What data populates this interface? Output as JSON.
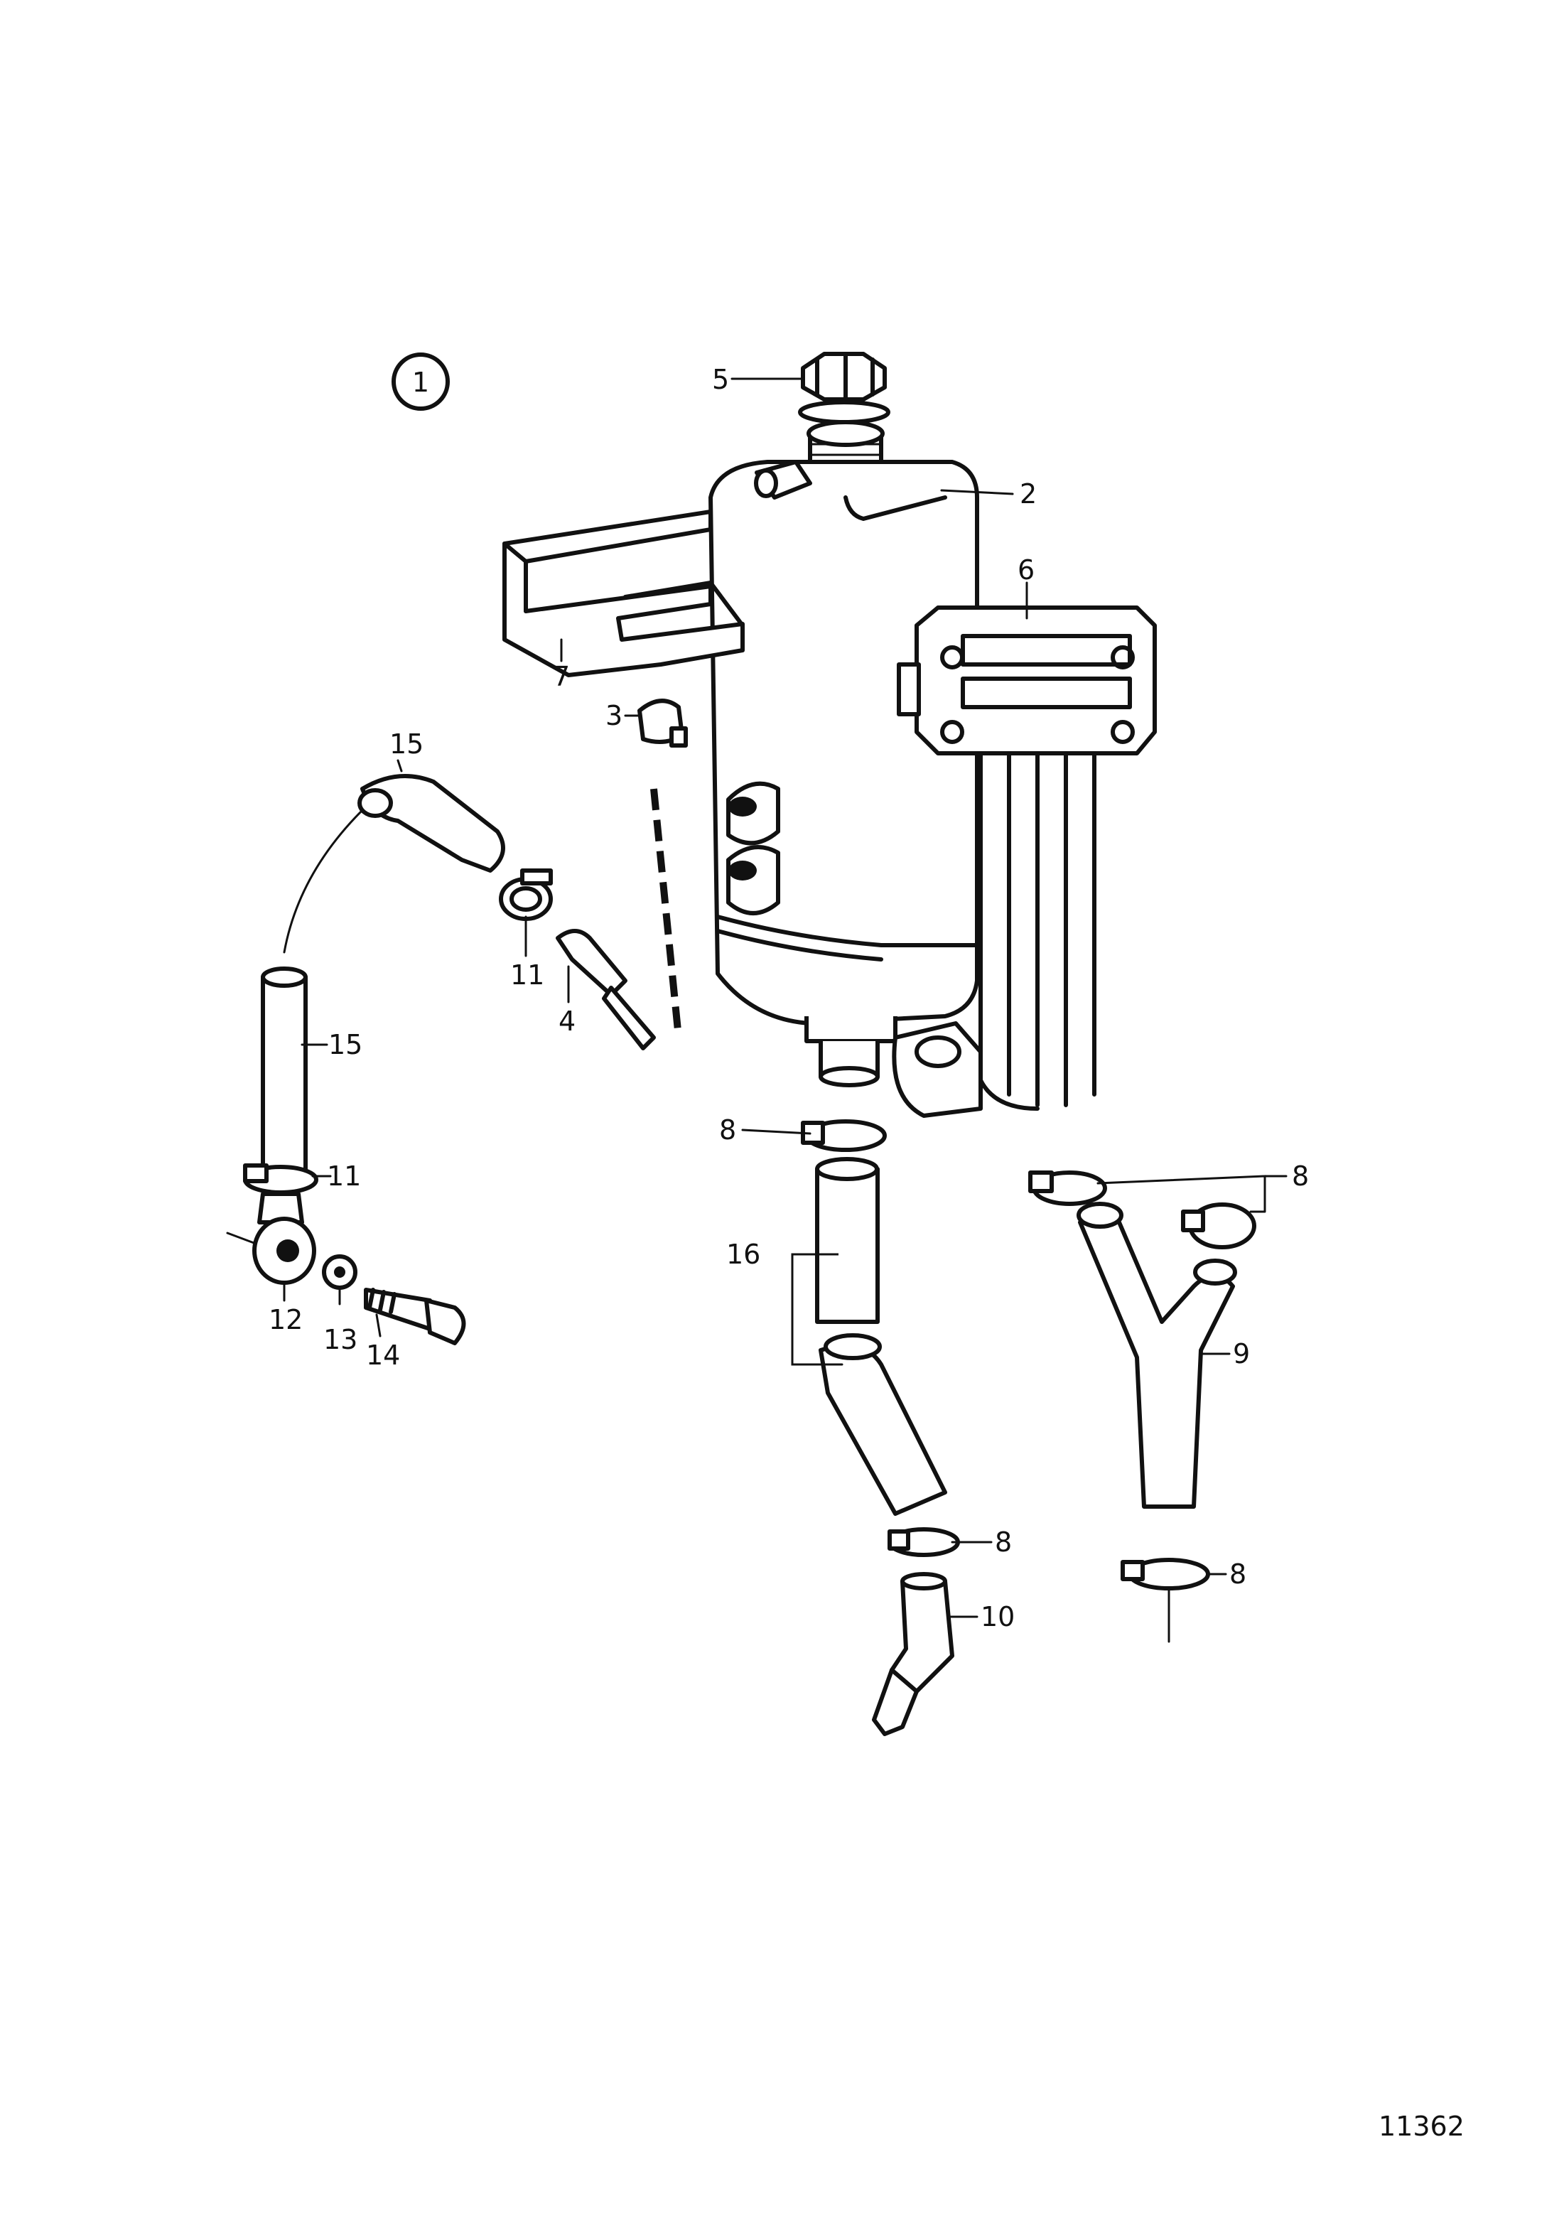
{
  "figure": {
    "group_callout": "1",
    "drawing_number": "11362"
  },
  "callouts": {
    "c2": "2",
    "c3": "3",
    "c4": "4",
    "c5": "5",
    "c6": "6",
    "c7": "7",
    "c8a": "8",
    "c8b": "8",
    "c8c": "8",
    "c8d": "8",
    "c9": "9",
    "c10": "10",
    "c11a": "11",
    "c11b": "11",
    "c12": "12",
    "c13": "13",
    "c14": "14",
    "c15a": "15",
    "c15b": "15",
    "c16": "16"
  }
}
